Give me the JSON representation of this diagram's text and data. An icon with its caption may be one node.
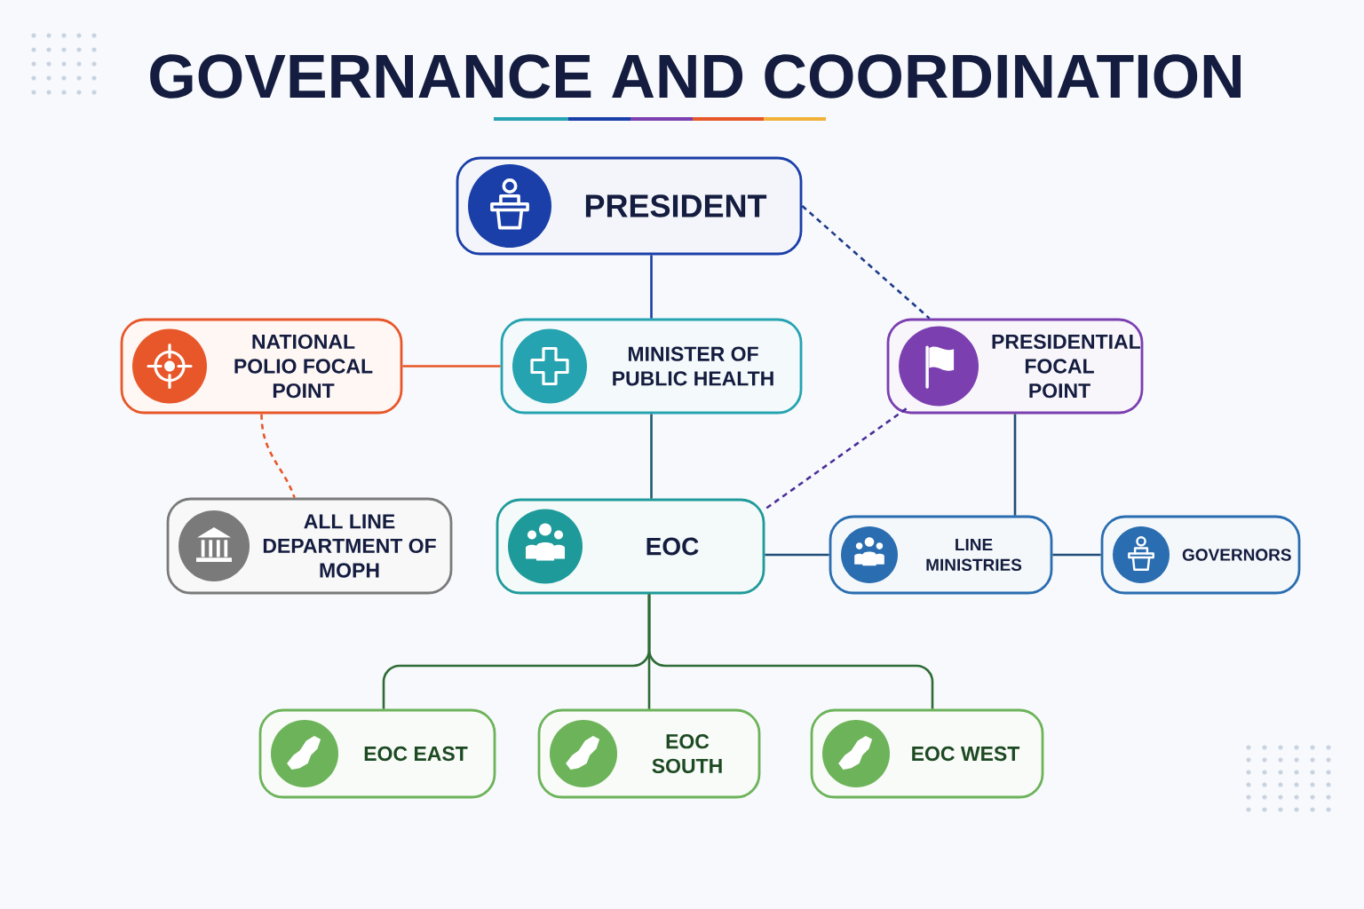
{
  "diagram": {
    "title": "GOVERNANCE AND COORDINATION",
    "nodes": [
      {
        "text": [
          "PRESIDENT"
        ]
      },
      {
        "text": [
          "NATIONAL POLIO FOCAL POINT"
        ]
      },
      {
        "text": [
          "MINISTER OF PUBLIC HEALTH"
        ]
      },
      {
        "text": [
          "PRESIDENTIAL FOCAL POINT"
        ]
      },
      {
        "text": [
          "ALL LINE DEPARTMENT OF MOPH"
        ]
      },
      {
        "text": [
          "EOC"
        ]
      },
      {
        "text": [
          "LINE MINISTRIES"
        ]
      },
      {
        "text": [
          "GOVERNORS"
        ]
      },
      {
        "text": [
          "EOC EAST"
        ]
      },
      {
        "text": [
          "EOC SOUTH"
        ]
      },
      {
        "text": [
          "EOC WEST"
        ]
      }
    ],
    "edges": [
      {
        "from": 0,
        "to": 2,
        "arrow": "none",
        "color": "#1a3fa8"
      },
      {
        "from": 0,
        "to": 3,
        "arrow": "none",
        "style": "dashed",
        "color": "#1f3a8a"
      },
      {
        "from": 2,
        "to": 1,
        "arrow": "none",
        "color": "#e8572a"
      },
      {
        "from": 1,
        "to": 4,
        "arrow": "none",
        "style": "dashed",
        "color": "#e8572a"
      },
      {
        "from": 2,
        "to": 5,
        "arrow": "none",
        "color": "#1f5a6e"
      },
      {
        "from": 3,
        "to": 5,
        "arrow": "none",
        "style": "dashed",
        "color": "#4a2e9a"
      },
      {
        "from": 3,
        "to": 6,
        "arrow": "none"
      },
      {
        "from": 5,
        "to": 6,
        "arrow": "none"
      },
      {
        "from": 6,
        "to": 7,
        "arrow": "none"
      },
      {
        "from": 5,
        "to": 8,
        "arrow": "none",
        "color": "#2e6b35"
      },
      {
        "from": 5,
        "to": 9,
        "arrow": "none",
        "color": "#2e6b35"
      },
      {
        "from": 5,
        "to": 10,
        "arrow": "none",
        "color": "#2e6b35"
      }
    ]
  }
}
